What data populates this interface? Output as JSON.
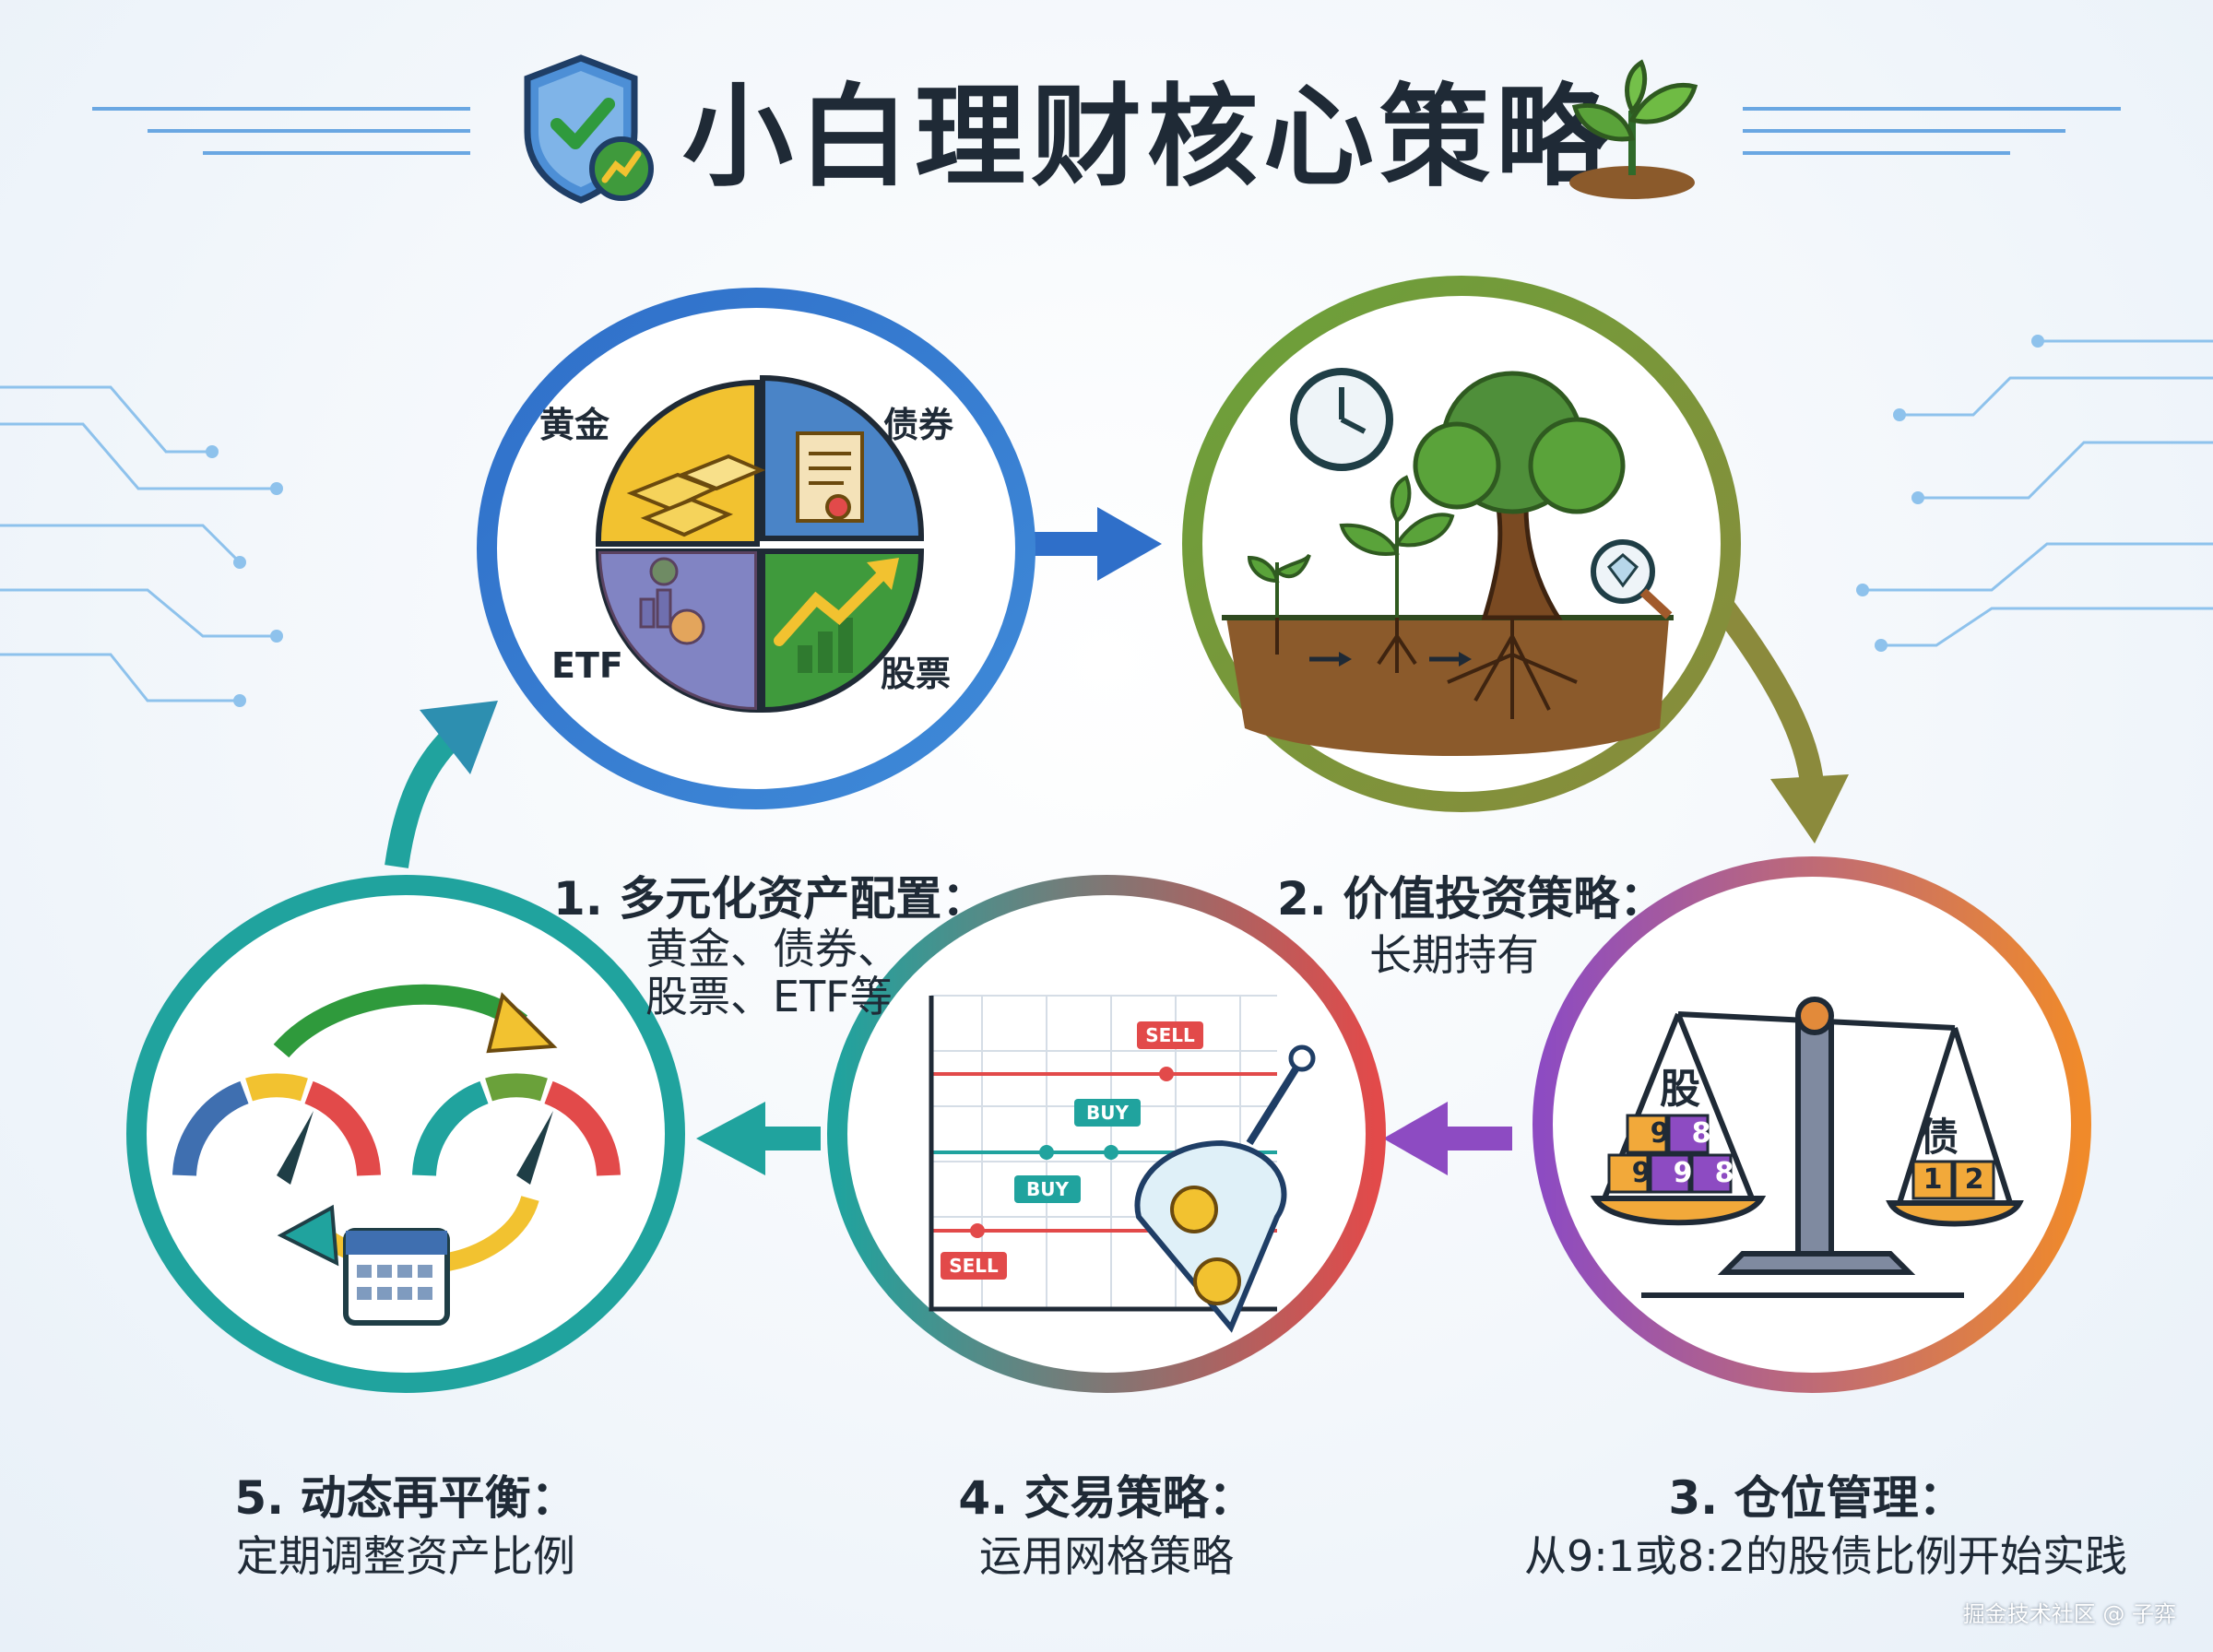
{
  "title": "小白理财核心策略",
  "colors": {
    "blue": "#2f6fc9",
    "green": "#6aa13a",
    "purple": "#8d4bc2",
    "orange": "#f08a2a",
    "teal": "#20a39e",
    "red": "#e24a4a"
  },
  "icons": {
    "title_left": "shield-check-icon",
    "title_right": "sprout-icon"
  },
  "steps": [
    {
      "title": "1. 多元化资产配置：",
      "desc_line1": "黄金、债券、",
      "desc_line2": "股票、ETF等"
    },
    {
      "title": "2. 价值投资策略：",
      "desc": "长期持有"
    },
    {
      "title": "3. 仓位管理：",
      "desc": "从9:1或8:2的股债比例开始实践"
    },
    {
      "title": "4. 交易策略：",
      "desc": "运用网格策略"
    },
    {
      "title": "5. 动态再平衡：",
      "desc": "定期调整资产比例"
    }
  ],
  "pie_labels": {
    "gold": "黄金",
    "bond": "债券",
    "etf": "ETF",
    "stock": "股票"
  },
  "scale": {
    "left_label": "股",
    "right_label": "债",
    "left_blocks_top": [
      "9",
      "8"
    ],
    "left_blocks_bottom": [
      "9",
      "9",
      "8"
    ],
    "right_blocks": [
      "1",
      "2"
    ]
  },
  "grid": {
    "sell_top": "SELL",
    "buy_mid": "BUY",
    "buy_low": "BUY",
    "sell_bottom": "SELL"
  },
  "watermark": "掘金技术社区 @ 子弈"
}
